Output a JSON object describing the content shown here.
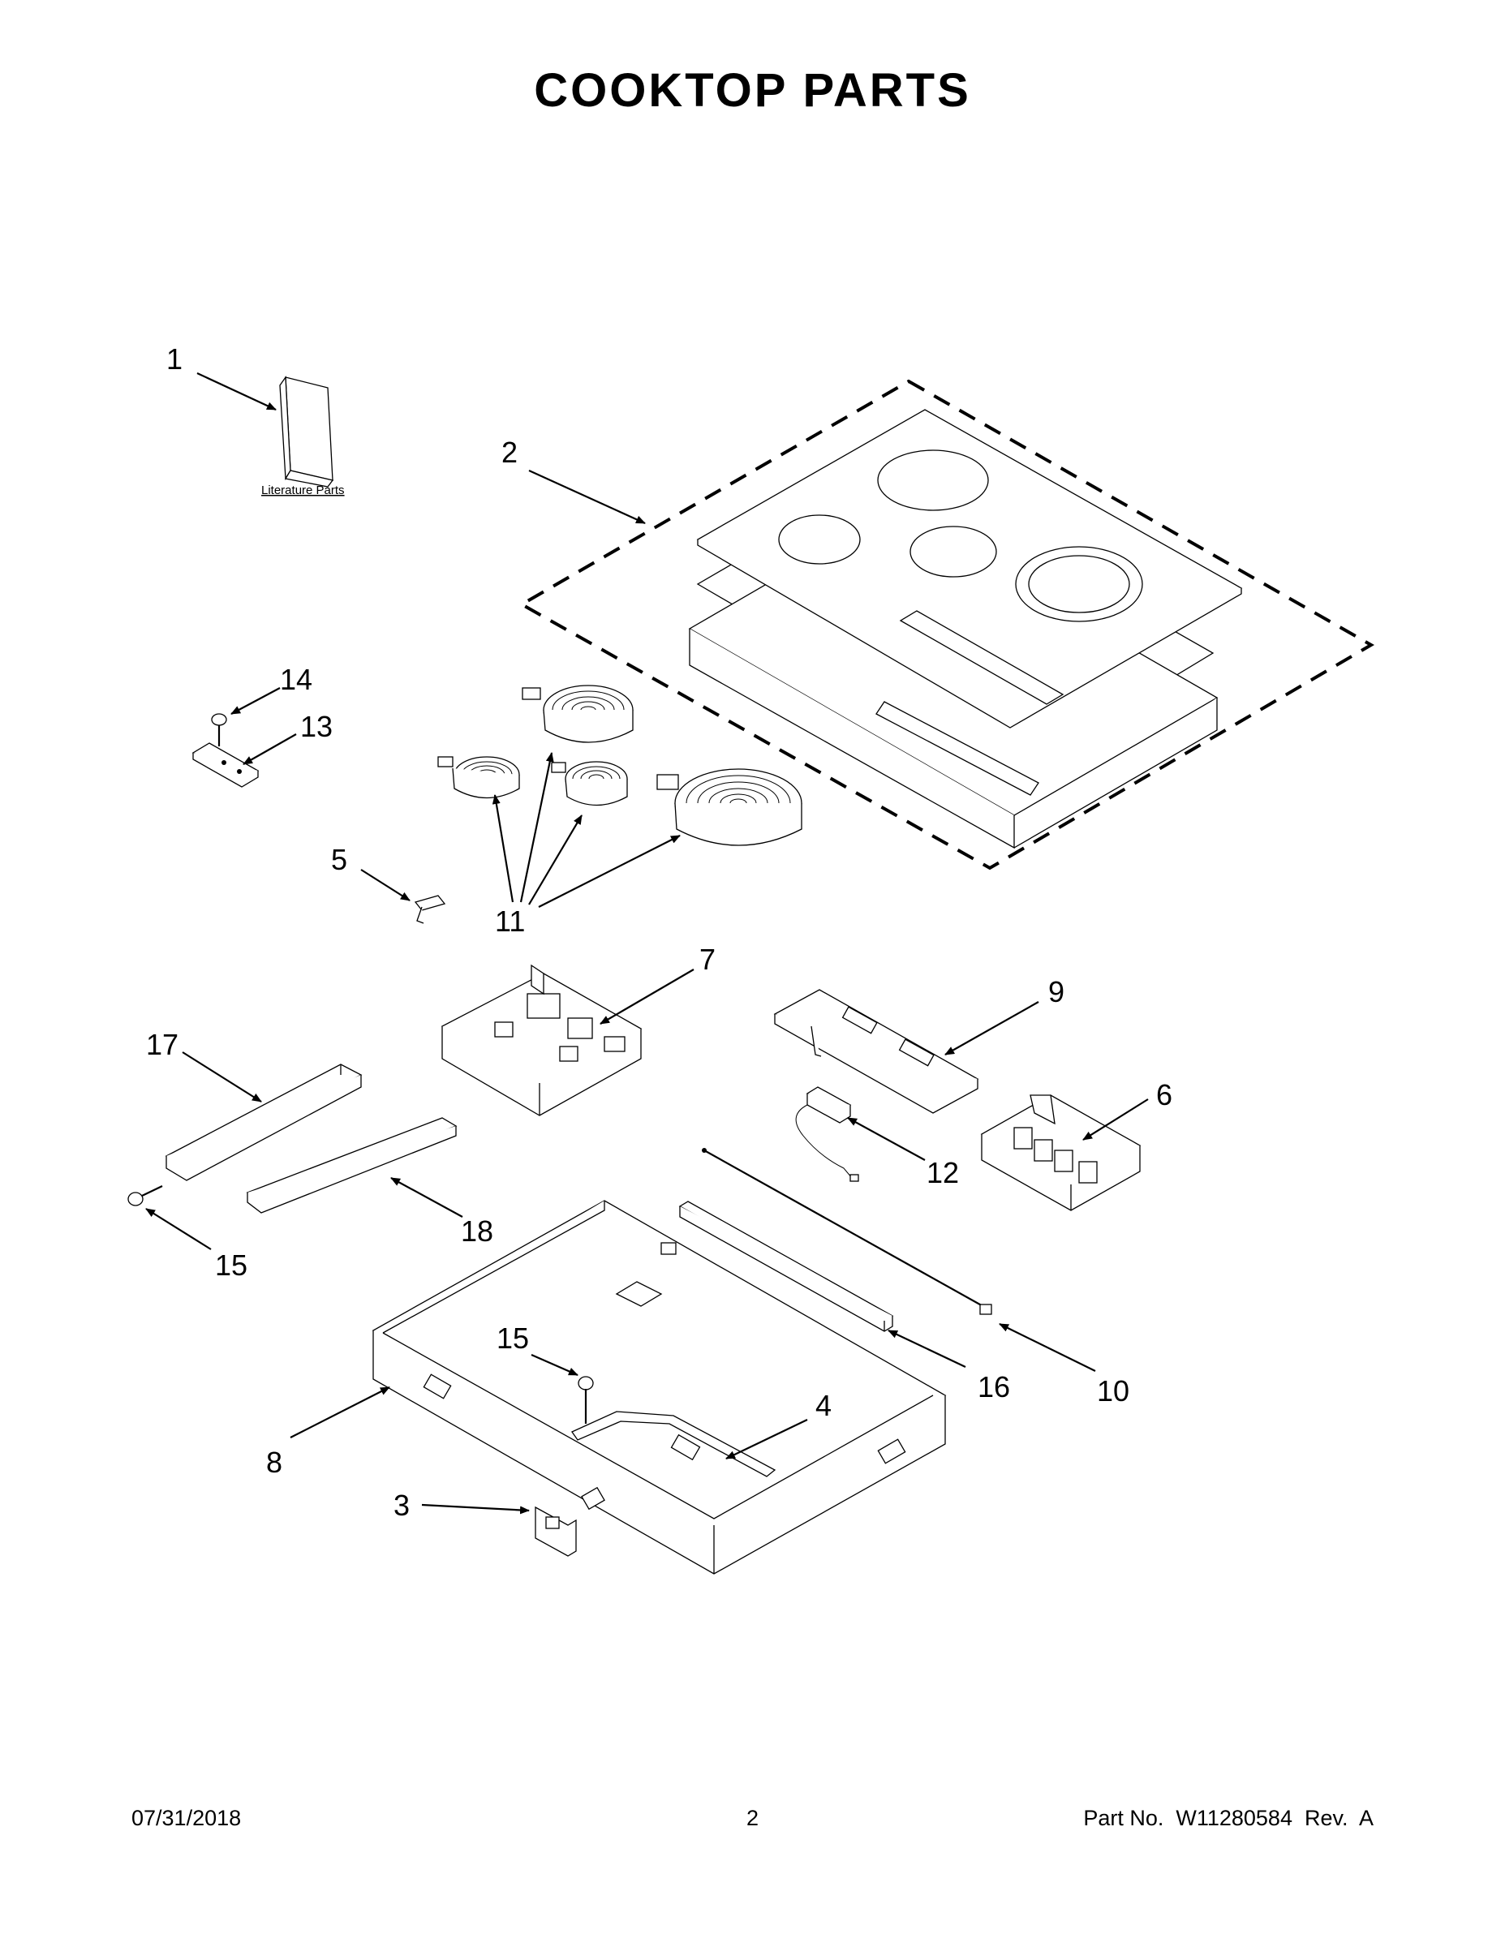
{
  "title": "COOKTOP PARTS",
  "literature_label": "Literature Parts",
  "callouts": {
    "c1": "1",
    "c2": "2",
    "c3": "3",
    "c4": "4",
    "c5": "5",
    "c6": "6",
    "c7": "7",
    "c8": "8",
    "c9": "9",
    "c10": "10",
    "c11": "11",
    "c12": "12",
    "c13": "13",
    "c14": "14",
    "c15a": "15",
    "c15b": "15",
    "c16": "16",
    "c17": "17",
    "c18": "18"
  },
  "footer": {
    "date": "07/31/2018",
    "page": "2",
    "part": "Part No.  W11280584  Rev.  A"
  }
}
